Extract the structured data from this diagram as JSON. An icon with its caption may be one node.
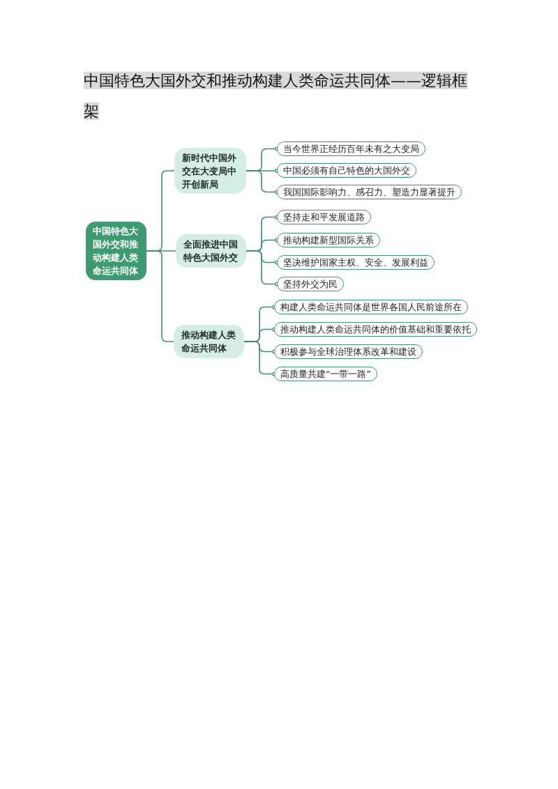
{
  "diagram": {
    "title": "中国特色大国外交和推动构建人类命运共同体——逻辑框架",
    "nodes": [
      {
        "text": [
          "中国特色大国外交和推动构建人类命运共同体"
        ]
      },
      {
        "text": [
          "新时代中国外交在大变局中开创新局"
        ]
      },
      {
        "text": [
          "当今世界正经历百年未有之大变局"
        ]
      },
      {
        "text": [
          "中国必须有自己特色的大国外交"
        ]
      },
      {
        "text": [
          "我国国际影响力、感召力、塑造力显著提升"
        ]
      },
      {
        "text": [
          "全面推进中国特色大国外交"
        ]
      },
      {
        "text": [
          "坚持走和平发展道路"
        ]
      },
      {
        "text": [
          "推动构建新型国际关系"
        ]
      },
      {
        "text": [
          "坚决维护国家主权、安全、发展利益"
        ]
      },
      {
        "text": [
          "坚持外交为民"
        ]
      },
      {
        "text": [
          "推动构建人类命运共同体"
        ]
      },
      {
        "text": [
          "构建人类命运共同体是世界各国人民前途所在"
        ]
      },
      {
        "text": [
          "推动构建人类命运共同体的价值基础和重要依托"
        ]
      },
      {
        "text": [
          "积极参与全球治理体系改革和建设"
        ]
      },
      {
        "text": [
          "高质量共建“一带一路”"
        ]
      }
    ],
    "edges": [
      {
        "from": 0,
        "to": 1,
        "arrow": "none"
      },
      {
        "from": 0,
        "to": 5,
        "arrow": "none"
      },
      {
        "from": 0,
        "to": 10,
        "arrow": "none"
      },
      {
        "from": 1,
        "to": 2,
        "arrow": "other"
      },
      {
        "from": 1,
        "to": 3,
        "arrow": "other"
      },
      {
        "from": 1,
        "to": 4,
        "arrow": "other"
      },
      {
        "from": 5,
        "to": 6,
        "arrow": "other"
      },
      {
        "from": 5,
        "to": 7,
        "arrow": "other"
      },
      {
        "from": 5,
        "to": 8,
        "arrow": "other"
      },
      {
        "from": 5,
        "to": 9,
        "arrow": "other"
      },
      {
        "from": 10,
        "to": 11,
        "arrow": "other"
      },
      {
        "from": 10,
        "to": 12,
        "arrow": "other"
      },
      {
        "from": 10,
        "to": 13,
        "arrow": "other"
      },
      {
        "from": 10,
        "to": 14,
        "arrow": "other"
      }
    ]
  }
}
